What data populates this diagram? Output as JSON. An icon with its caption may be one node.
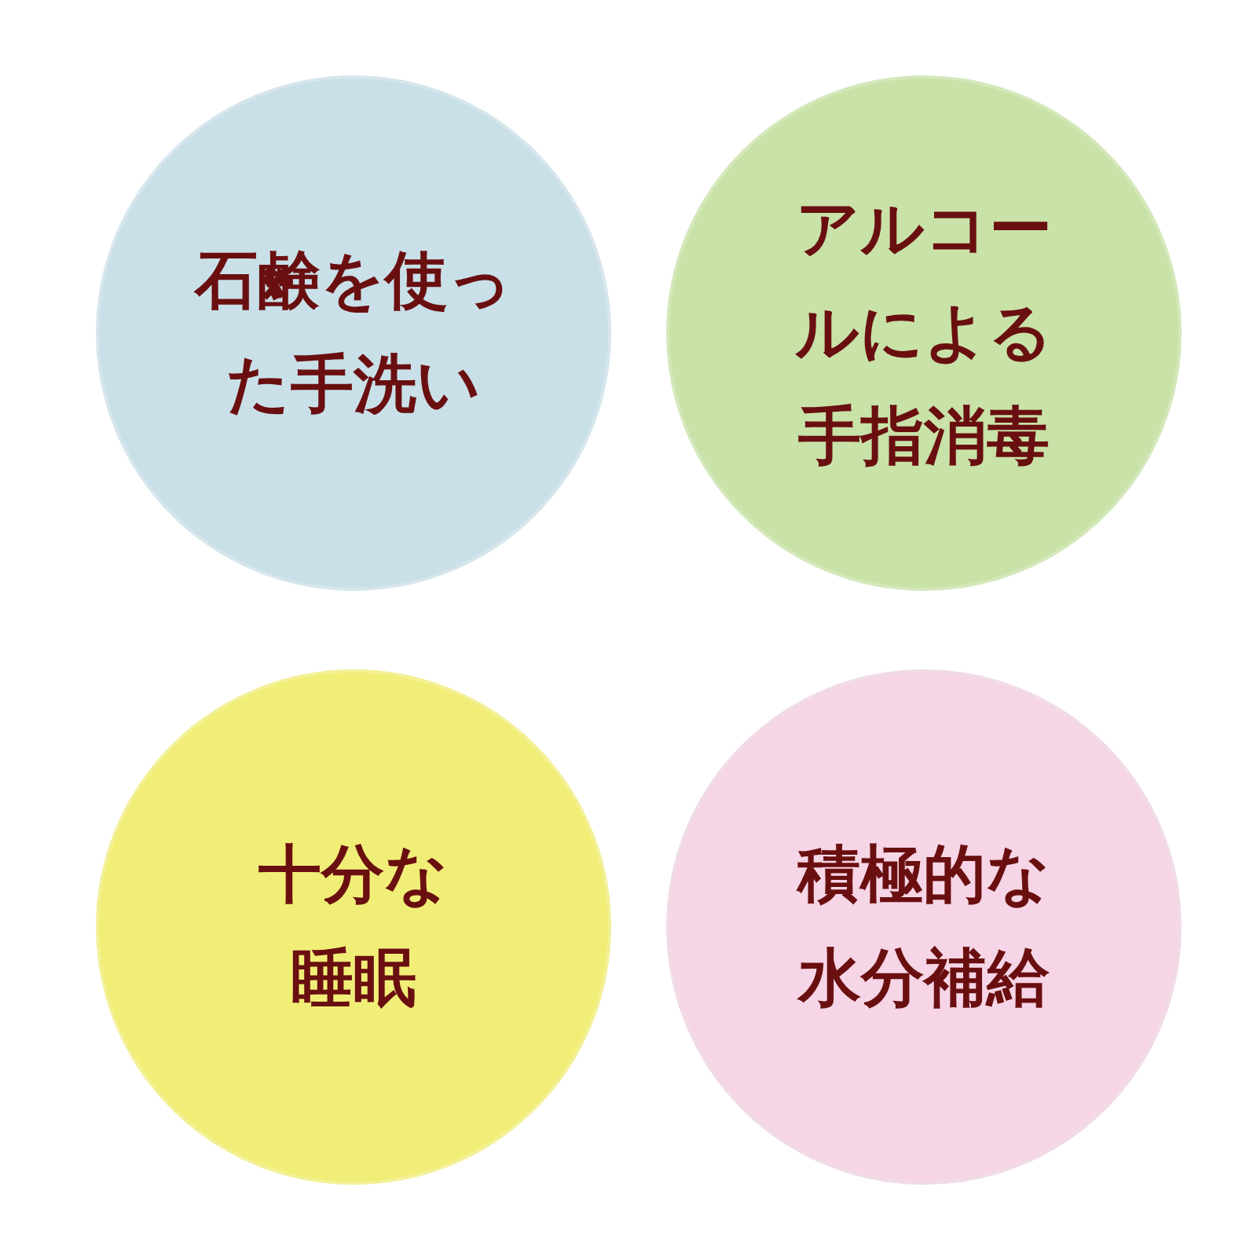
{
  "diagram": {
    "nodes": [
      {
        "text": [
          "石鹸を使った手洗い"
        ]
      },
      {
        "text": [
          "アルコールによる手指消毒"
        ]
      },
      {
        "text": [
          "十分な睡眠"
        ]
      },
      {
        "text": [
          "積極的な水分補給"
        ]
      }
    ]
  }
}
